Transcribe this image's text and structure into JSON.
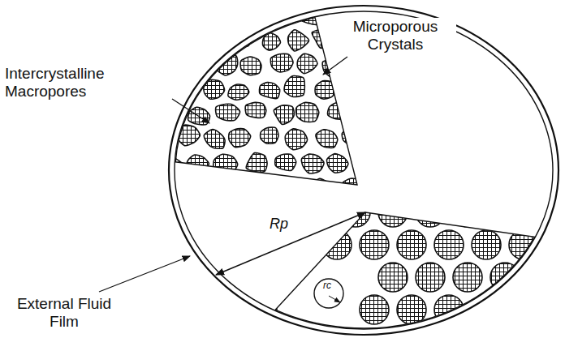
{
  "diagram": {
    "labels": [
      "Microporous Crystals",
      "Intercrystalline Macropores",
      "Rp",
      "rc",
      "External Fluid Film"
    ]
  }
}
